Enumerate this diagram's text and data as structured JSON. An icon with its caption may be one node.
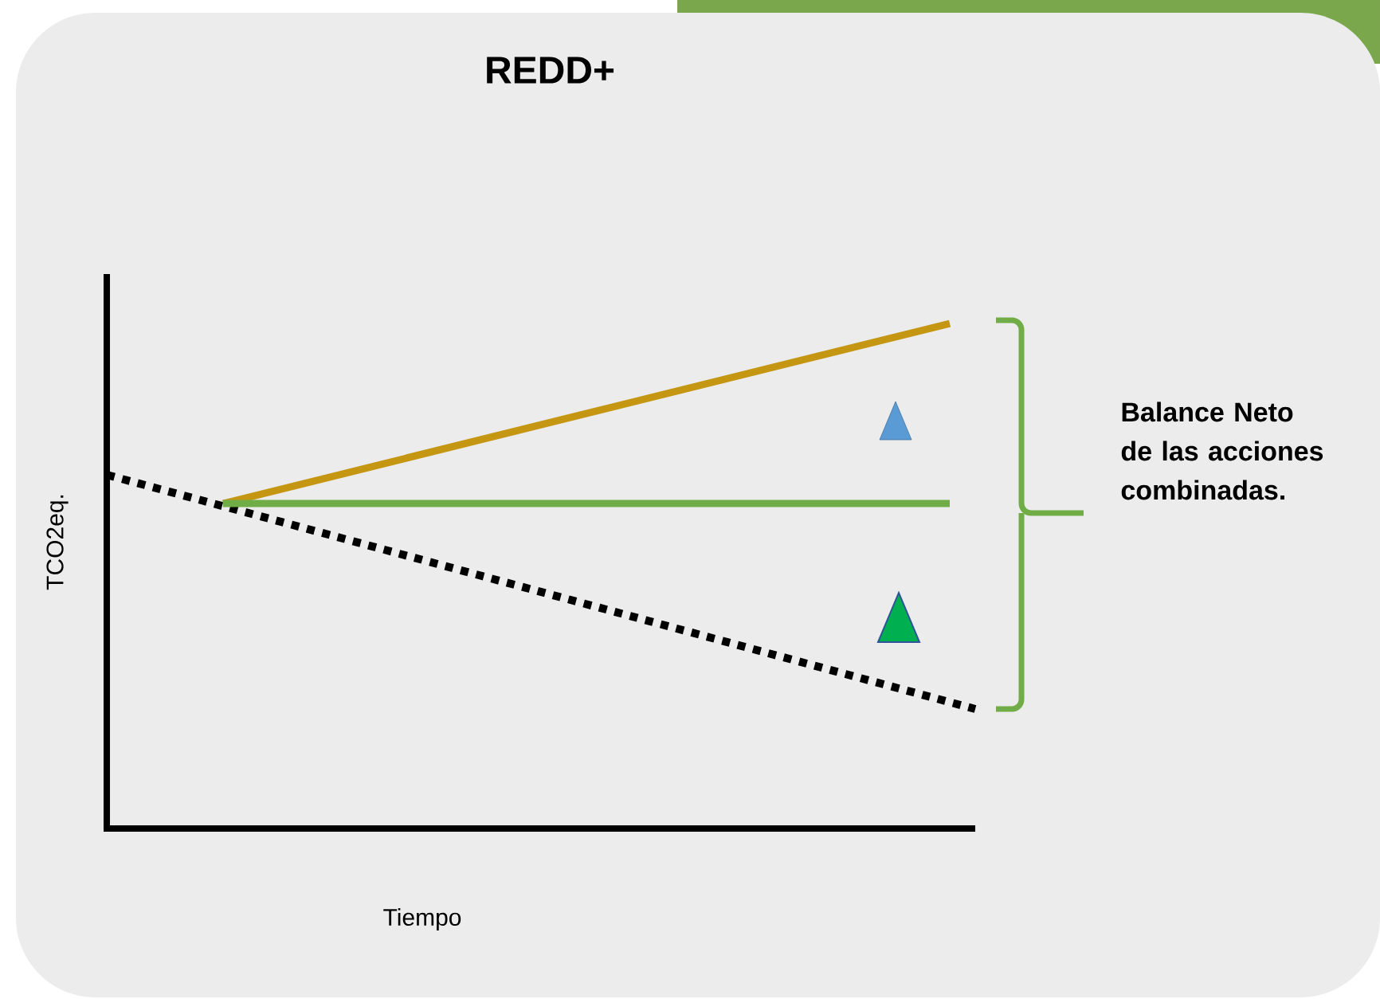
{
  "diagram": {
    "title": "REDD+",
    "labels": [
      "TCO2eq.",
      "Tiempo",
      "Balance Neto de las acciones combinadas."
    ]
  }
}
